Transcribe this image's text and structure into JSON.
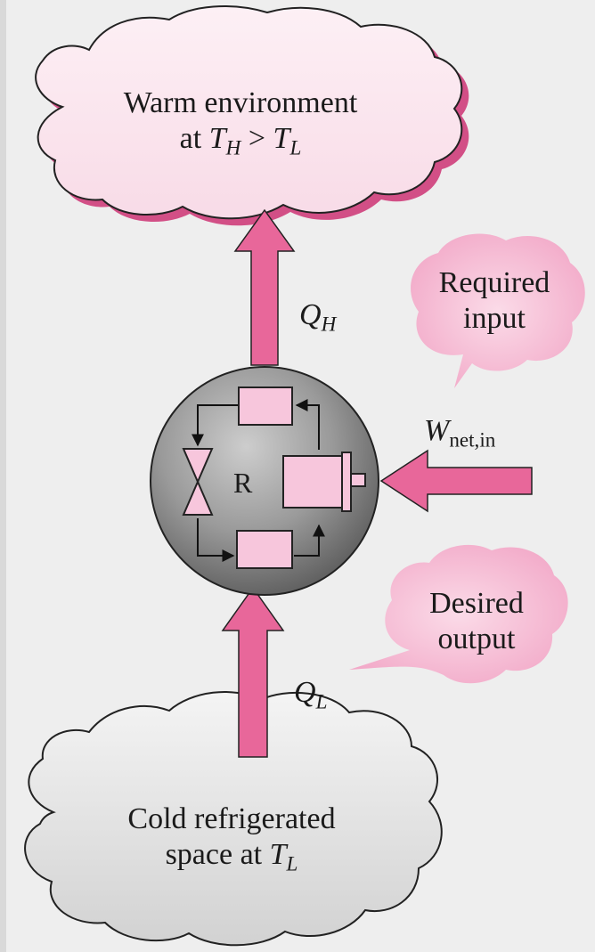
{
  "diagram": {
    "warm": {
      "line1": "Warm environment",
      "line2_prefix": "at ",
      "th_symbol": "T",
      "th_sub": "H",
      "relation": " > ",
      "tl_symbol": "T",
      "tl_sub": "L"
    },
    "cold": {
      "line1": "Cold refrigerated",
      "line2_prefix": "space at ",
      "tl_symbol": "T",
      "tl_sub": "L"
    },
    "qh": {
      "symbol": "Q",
      "sub": "H"
    },
    "ql": {
      "symbol": "Q",
      "sub": "L"
    },
    "work": {
      "symbol": "W",
      "sub": "net,in"
    },
    "required_input": {
      "line1": "Required",
      "line2": "input"
    },
    "desired_output": {
      "line1": "Desired",
      "line2": "output"
    },
    "refrigerator_label": "R"
  },
  "colors": {
    "background": "#eeeeee",
    "pink": "#e8679a",
    "pink_light": "#fbdde9",
    "pink_bubble": "#f6c1d8",
    "gray_cloud": "#dcdcdc",
    "sphere": "#8f8f8f"
  }
}
